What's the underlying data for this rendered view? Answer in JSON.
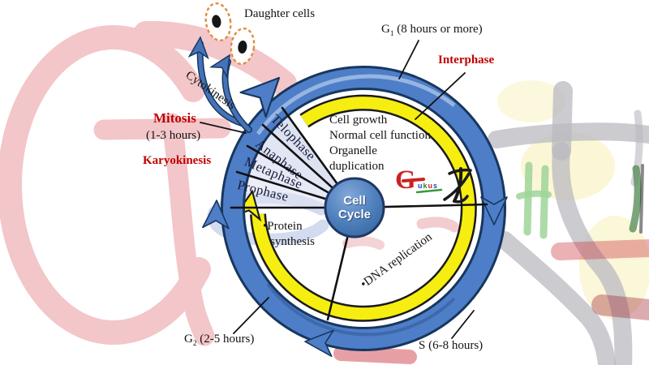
{
  "center_circle": {
    "line1": "Cell",
    "line2": "Cycle"
  },
  "phases": {
    "telophase": "Telophase",
    "anaphase": "Anaphase",
    "metaphase": "Metaphase",
    "prophase": "Prophase"
  },
  "labels": {
    "daughter_cells": "Daughter cells",
    "cytokinesis": "Cytokinesis",
    "mitosis": "Mitosis",
    "mitosis_duration": "(1-3 hours)",
    "karyokinesis": "Karyokinesis",
    "interphase": "Interphase",
    "g1_base": "G",
    "g1_sub": "1",
    "g1_rest": " (8 hours or more)",
    "g2_base": "G",
    "g2_sub": "2",
    "g2_rest": " (2-5 hours)",
    "s_phase": "S (6-8 hours)",
    "protein_line1": "•Protein",
    "protein_line2": "synthesis",
    "dna_replication": "•DNA replication",
    "growth_line1": "Cell growth",
    "growth_line2": "Normal cell function",
    "growth_line3": "Organelle",
    "growth_line4": "duplication"
  },
  "brand": {
    "g": "G",
    "l1": "u",
    "l2": "k",
    "l3": "u",
    "l4": "s"
  },
  "colors": {
    "ring_blue": "#4e7ec8",
    "ring_outline": "#17375e",
    "interphase_yellow": "#f5ee10",
    "center_fill": "#4f81bd",
    "red_text": "#c00000",
    "watermark_pink": "#f3c6c9",
    "daughter_cell_border": "#df8e3e"
  }
}
